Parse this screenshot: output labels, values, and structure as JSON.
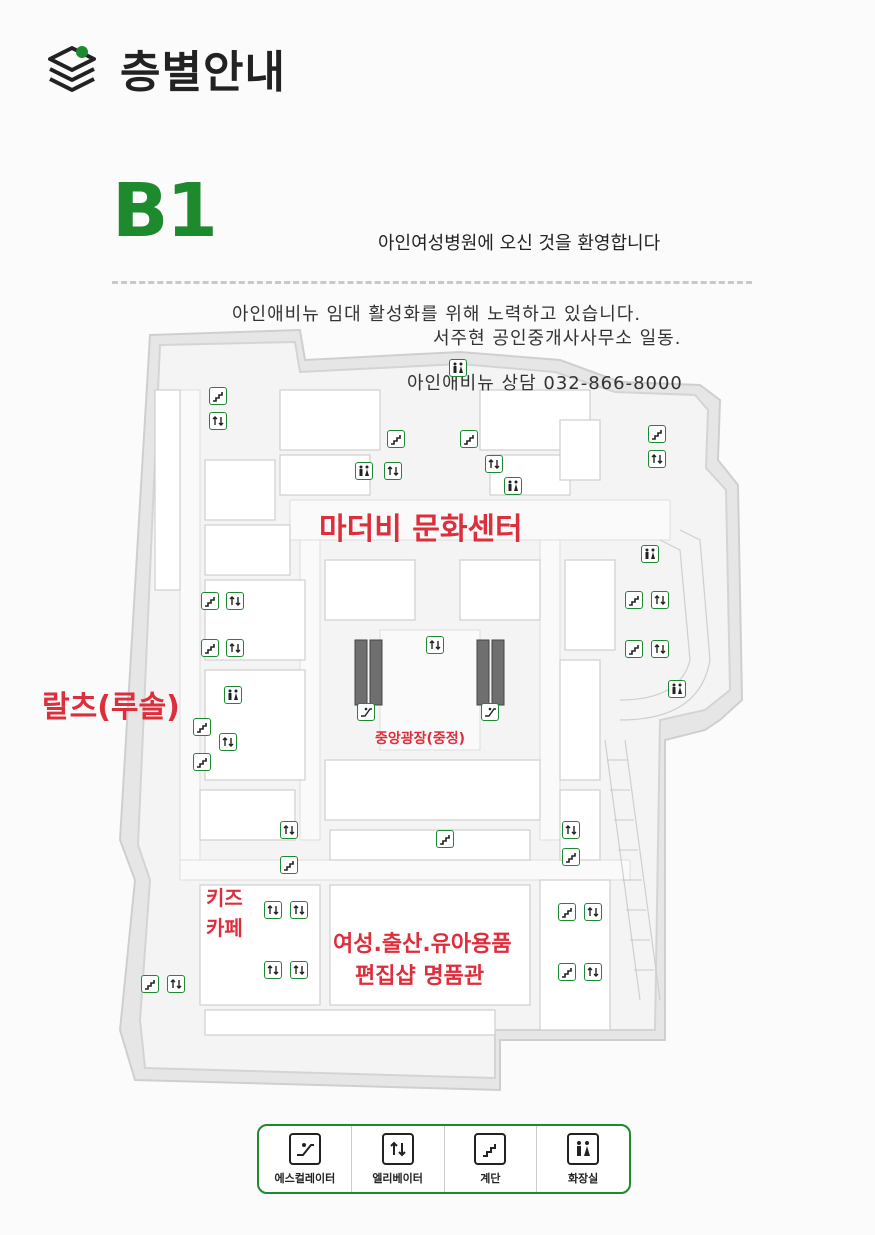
{
  "header": {
    "title": "층별안내",
    "icon": "layers-icon",
    "accent": "#1e8a2e"
  },
  "floor": {
    "label": "B1",
    "welcome": "아인여성병원에 오신 것을 환영합니다"
  },
  "notes": {
    "line1": "아인애비뉴 임대 활성화를 위해 노력하고 있습니다.",
    "line2": "서주현 공인중개사사무소 일동.",
    "line3": "아인애비뉴 상담 032-866-8000"
  },
  "areas": {
    "culture_center": "마더비 문화센터",
    "rals": "랄츠(루솔)",
    "central_plaza": "중앙광장(중정)",
    "kids_cafe_1": "키즈",
    "kids_cafe_2": "카페",
    "select_shop_1": "여성.출산.유아용품",
    "select_shop_2": "편집샵  명품관"
  },
  "legend": [
    {
      "icon": "escalator-icon",
      "label": "에스컬레이터"
    },
    {
      "icon": "elevator-icon",
      "label": "엘리베이터"
    },
    {
      "icon": "stairs-icon",
      "label": "계단"
    },
    {
      "icon": "restroom-icon",
      "label": "화장실"
    }
  ],
  "colors": {
    "brand_green": "#1e8a2e",
    "label_red": "#dd2e3c"
  }
}
